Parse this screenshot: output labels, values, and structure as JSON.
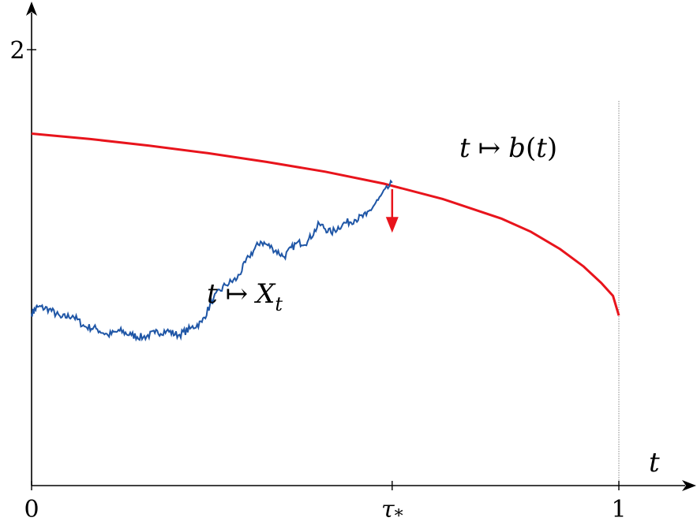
{
  "chart_data": {
    "type": "line",
    "title": "",
    "xlabel": "t",
    "ylabel": "",
    "xlim": [
      0,
      1.15
    ],
    "ylim": [
      0,
      2.1
    ],
    "x_ticks": [
      {
        "value": 0,
        "label": "0"
      },
      {
        "value": 0.614,
        "label": "τ*"
      },
      {
        "value": 1,
        "label": "1"
      }
    ],
    "y_ticks": [
      {
        "value": 2,
        "label": "2"
      }
    ],
    "grid": false,
    "legend": "none",
    "series": [
      {
        "label": "t ↦ b(t)",
        "color": "#e8141c",
        "x": [
          0,
          0.1,
          0.2,
          0.3,
          0.4,
          0.5,
          0.6,
          0.7,
          0.8,
          0.85,
          0.9,
          0.94,
          0.97,
          0.99,
          1.0
        ],
        "y": [
          1.615,
          1.59,
          1.56,
          1.525,
          1.485,
          1.44,
          1.385,
          1.315,
          1.225,
          1.165,
          1.085,
          1.005,
          0.93,
          0.87,
          0.78
        ]
      },
      {
        "label": "t ↦ Xt",
        "color": "#1f56a6",
        "x": [
          0,
          0.01,
          0.03,
          0.05,
          0.07,
          0.09,
          0.11,
          0.13,
          0.15,
          0.17,
          0.19,
          0.21,
          0.23,
          0.25,
          0.27,
          0.29,
          0.31,
          0.33,
          0.35,
          0.37,
          0.39,
          0.41,
          0.43,
          0.45,
          0.47,
          0.49,
          0.51,
          0.53,
          0.55,
          0.57,
          0.59,
          0.614
        ],
        "y": [
          0.79,
          0.82,
          0.81,
          0.77,
          0.78,
          0.73,
          0.72,
          0.69,
          0.71,
          0.69,
          0.68,
          0.7,
          0.71,
          0.69,
          0.72,
          0.75,
          0.86,
          0.92,
          0.95,
          1.05,
          1.12,
          1.09,
          1.05,
          1.11,
          1.12,
          1.2,
          1.16,
          1.2,
          1.22,
          1.24,
          1.31,
          1.39
        ]
      }
    ],
    "annotations": [
      {
        "text": "t ↦ b(t)"
      },
      {
        "text": "t ↦ Xt"
      }
    ],
    "arrow": {
      "x": 0.614,
      "y_from": 1.36,
      "y_to": 1.16,
      "color": "#e8141c"
    }
  }
}
